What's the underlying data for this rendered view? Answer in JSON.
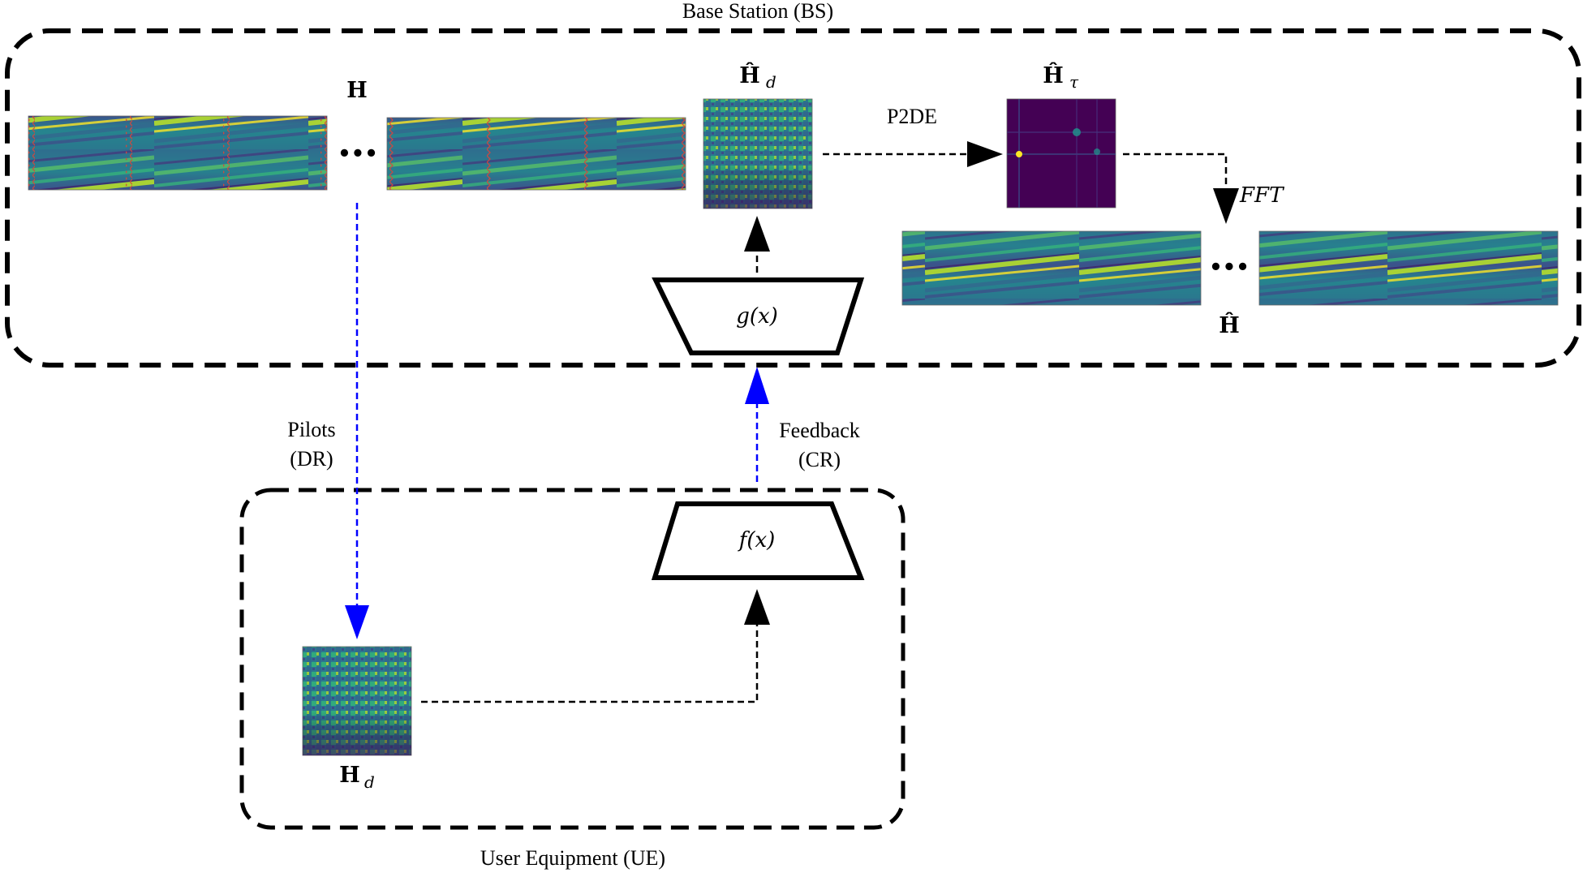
{
  "base_station": {
    "label": "Base Station (BS)"
  },
  "user_equipment": {
    "label": "User Equipment (UE)"
  },
  "symbols": {
    "channel": "H",
    "channel_hat": "Ĥ",
    "sub_d": "d",
    "sub_tau": "τ"
  },
  "ellipsis": "•••",
  "p2de_label": "P2DE",
  "fft_label": "FFT",
  "decoder_label": "g(x)",
  "encoder_label": "f(x)",
  "pilots_label": {
    "line1": "Pilots",
    "line2": "(DR)"
  },
  "feedback_label": {
    "line1": "Feedback",
    "line2": "(CR)"
  },
  "colors": {
    "viridis_dark": "#440154",
    "viridis_mid": "#21918c",
    "viridis_light": "#5ec962",
    "viridis_yellow": "#fde725",
    "pilot_marker": "#d8453a",
    "blue_arrow": "#0000ff",
    "black": "#000000"
  },
  "icons": [
    "heatmap-image",
    "arrow-head",
    "trapezoid-block"
  ]
}
